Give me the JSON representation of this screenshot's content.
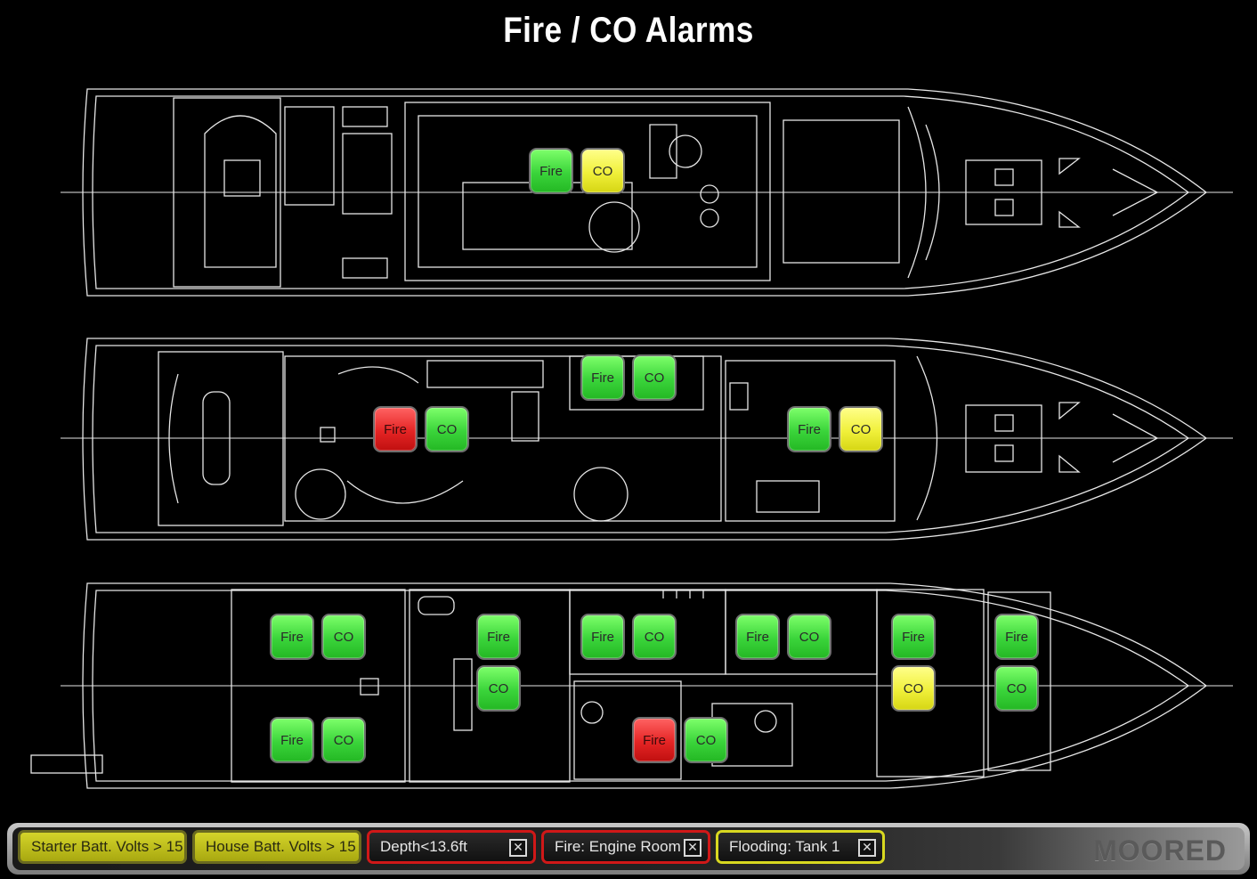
{
  "title": "Fire / CO Alarms",
  "colors": {
    "ok": "#3ad43a",
    "warning": "#f0f03a",
    "alarm": "#e42424",
    "drawing_line": "#e6e6e6"
  },
  "decks": [
    {
      "name": "upper-deck",
      "sensors": [
        {
          "label": "Fire",
          "state": "ok"
        },
        {
          "label": "CO",
          "state": "warning"
        }
      ]
    },
    {
      "name": "main-deck",
      "sensors": [
        {
          "label": "Fire",
          "state": "alarm"
        },
        {
          "label": "CO",
          "state": "ok"
        },
        {
          "label": "Fire",
          "state": "ok"
        },
        {
          "label": "CO",
          "state": "ok"
        },
        {
          "label": "Fire",
          "state": "ok"
        },
        {
          "label": "CO",
          "state": "warning"
        }
      ]
    },
    {
      "name": "lower-deck",
      "sensors": [
        {
          "label": "Fire",
          "state": "ok"
        },
        {
          "label": "CO",
          "state": "ok"
        },
        {
          "label": "Fire",
          "state": "ok"
        },
        {
          "label": "CO",
          "state": "ok"
        },
        {
          "label": "Fire",
          "state": "ok"
        },
        {
          "label": "CO",
          "state": "ok"
        },
        {
          "label": "Fire",
          "state": "ok"
        },
        {
          "label": "CO",
          "state": "ok"
        },
        {
          "label": "Fire",
          "state": "ok"
        },
        {
          "label": "CO",
          "state": "ok"
        },
        {
          "label": "Fire",
          "state": "ok"
        },
        {
          "label": "CO",
          "state": "warning"
        },
        {
          "label": "Fire",
          "state": "ok"
        },
        {
          "label": "CO",
          "state": "ok"
        },
        {
          "label": "Fire",
          "state": "alarm"
        },
        {
          "label": "CO",
          "state": "ok"
        }
      ]
    }
  ],
  "alarm_bar": {
    "alarms": [
      {
        "text": "Starter Batt. Volts > 15",
        "style": "warn-fill",
        "dismissible": false
      },
      {
        "text": "House Batt. Volts > 15",
        "style": "warn-fill",
        "dismissible": false
      },
      {
        "text": "Depth<13.6ft",
        "style": "red-outline",
        "dismissible": true
      },
      {
        "text": "Fire: Engine Room",
        "style": "red-outline",
        "dismissible": true
      },
      {
        "text": "Flooding: Tank 1",
        "style": "yellow-outline",
        "dismissible": true
      }
    ],
    "dismiss_glyph": "✕",
    "status": "MOORED"
  }
}
